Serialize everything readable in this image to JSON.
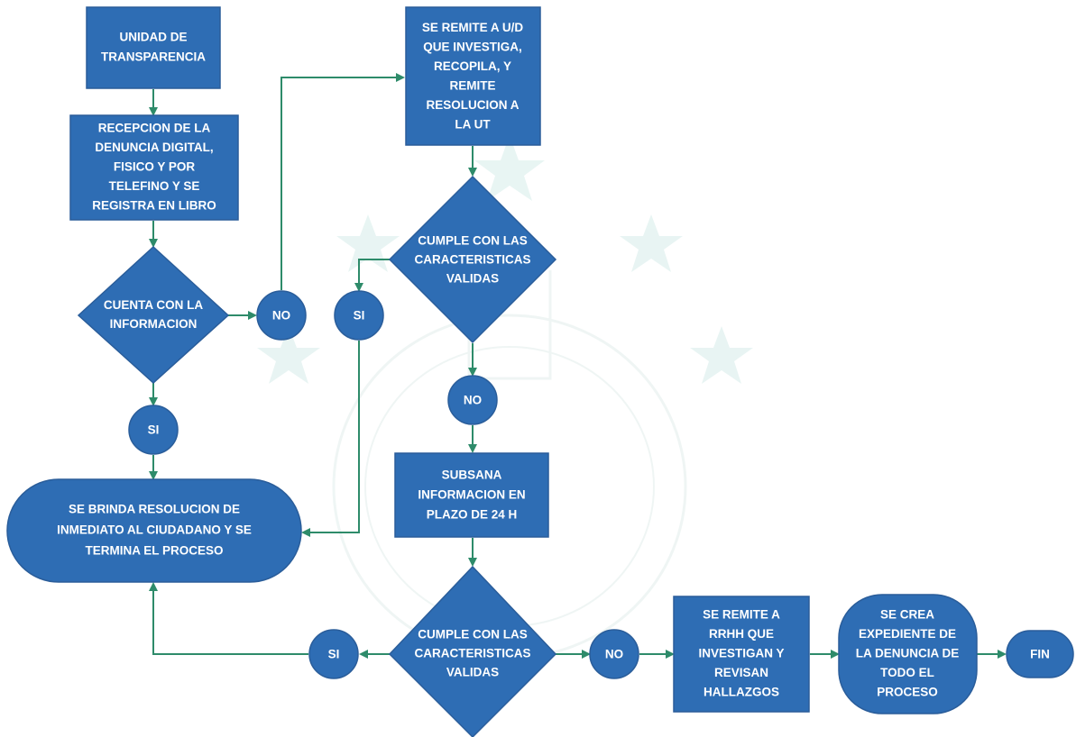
{
  "colors": {
    "shape_fill": "#2E6DB4",
    "shape_stroke": "#2A5D9A",
    "connector": "#2E8B6A",
    "text": "#FFFFFF",
    "watermark": "#D6ECEA"
  },
  "nodes": {
    "unidad": [
      "UNIDAD DE",
      "TRANSPARENCIA"
    ],
    "recepcion": [
      "RECEPCION DE LA",
      "DENUNCIA DIGITAL,",
      "FISICO Y POR",
      "TELEFINO Y SE",
      "REGISTRA EN LIBRO"
    ],
    "cuenta_info": [
      "CUENTA CON LA",
      "INFORMACION"
    ],
    "remite_ud": [
      "SE REMITE A U/D",
      "QUE INVESTIGA,",
      "RECOPILA, Y",
      "REMITE",
      "RESOLUCION A",
      "LA UT"
    ],
    "cumple_1": [
      "CUMPLE CON LAS",
      "CARACTERISTICAS",
      "VALIDAS"
    ],
    "resolucion": [
      "SE BRINDA RESOLUCION DE",
      "INMEDIATO AL CIUDADANO Y SE",
      "TERMINA EL PROCESO"
    ],
    "subsana": [
      "SUBSANA",
      "INFORMACION EN",
      "PLAZO DE 24 H"
    ],
    "cumple_2": [
      "CUMPLE CON LAS",
      "CARACTERISTICAS",
      "VALIDAS"
    ],
    "rrhh": [
      "SE REMITE A",
      "RRHH QUE",
      "INVESTIGAN Y",
      "REVISAN",
      "HALLAZGOS"
    ],
    "expediente": [
      "SE CREA",
      "EXPEDIENTE DE",
      "LA DENUNCIA DE",
      "TODO EL",
      "PROCESO"
    ],
    "fin": [
      "FIN"
    ],
    "no_1": [
      "NO"
    ],
    "si_1": [
      "SI"
    ],
    "si_2": [
      "SI"
    ],
    "no_2": [
      "NO"
    ],
    "si_3": [
      "SI"
    ],
    "no_3": [
      "NO"
    ]
  }
}
